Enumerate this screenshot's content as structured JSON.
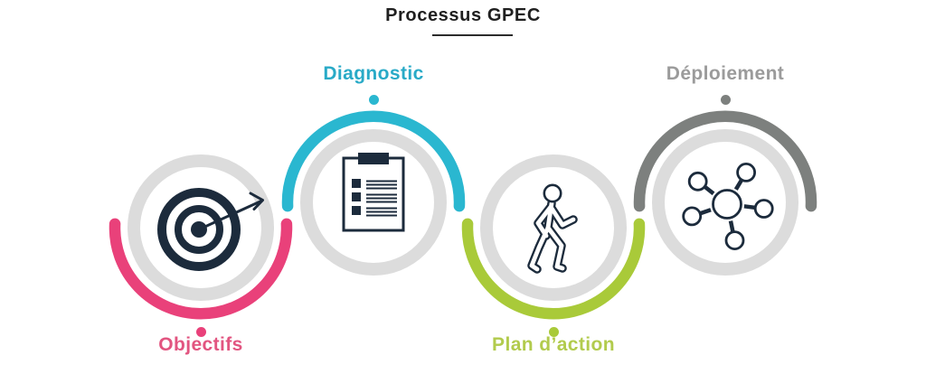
{
  "title": {
    "text": "Processus GPEC"
  },
  "steps": [
    {
      "label": "Objectifs",
      "icon": "target-icon",
      "accent_color": "#e9417a",
      "label_color": "#e25580",
      "label_position": "bottom"
    },
    {
      "label": "Diagnostic",
      "icon": "clipboard-checklist-icon",
      "accent_color": "#2ab7d0",
      "label_color": "#29aac7",
      "label_position": "top"
    },
    {
      "label": "Plan d’action",
      "icon": "walking-person-icon",
      "accent_color": "#a9ca39",
      "label_color": "#b2cb4d",
      "label_position": "bottom"
    },
    {
      "label": "Déploiement",
      "icon": "network-hub-icon",
      "accent_color": "#7d807e",
      "label_color": "#9b9b9b",
      "label_position": "top"
    }
  ],
  "colors": {
    "ring_gray": "#dcdcdc",
    "icon_ink": "#1c2b3c",
    "title_text": "#1f1f1f"
  }
}
